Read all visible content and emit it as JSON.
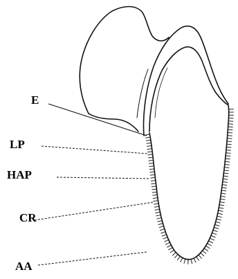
{
  "labels": {
    "e": "E",
    "lp": "LP",
    "hap": "HAP",
    "cr": "CR",
    "aa": "AA"
  },
  "colors": {
    "ink": "#111111",
    "background": "#ffffff"
  }
}
